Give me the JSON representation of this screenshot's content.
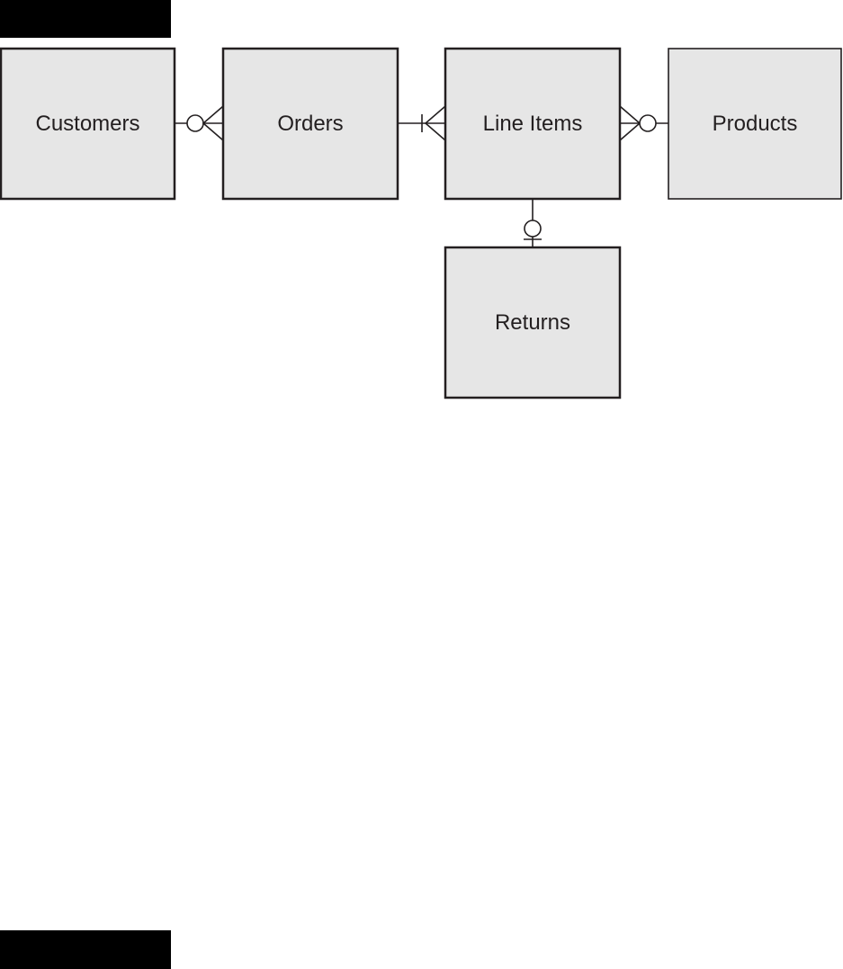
{
  "entities": [
    {
      "id": "customers",
      "label": "Customers"
    },
    {
      "id": "orders",
      "label": "Orders"
    },
    {
      "id": "line_items",
      "label": "Line Items"
    },
    {
      "id": "products",
      "label": "Products"
    },
    {
      "id": "returns",
      "label": "Returns"
    }
  ],
  "relationships": [
    {
      "from": "Customers",
      "from_end": "none",
      "to": "Orders",
      "to_end": "zero-or-many"
    },
    {
      "from": "Orders",
      "from_end": "none",
      "to": "Line Items",
      "to_end": "one-or-many"
    },
    {
      "from": "Line Items",
      "from_end": "zero-or-many",
      "to": "Products",
      "to_end": "none"
    },
    {
      "from": "Line Items",
      "from_end": "none",
      "to": "Returns",
      "to_end": "zero-or-one"
    }
  ],
  "colors": {
    "box_fill": "#e6e6e6",
    "stroke": "#231f20",
    "header_bar": "#000000"
  }
}
